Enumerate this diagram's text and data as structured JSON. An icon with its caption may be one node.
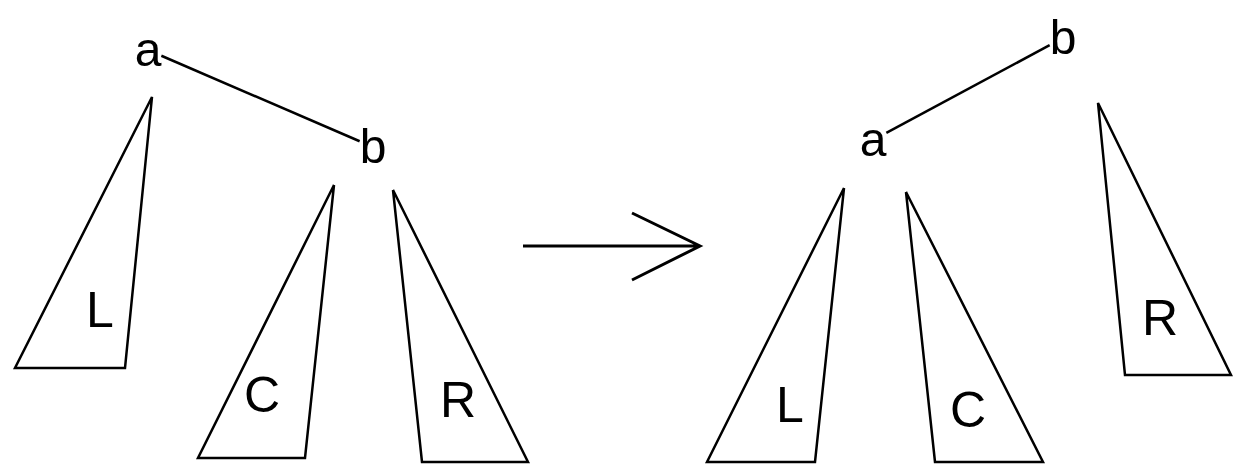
{
  "diagram": {
    "nodes": [
      {
        "text": [
          "a"
        ]
      },
      {
        "text": [
          "b"
        ]
      },
      {
        "text": [
          "L"
        ]
      },
      {
        "text": [
          "C"
        ]
      },
      {
        "text": [
          "R"
        ]
      },
      {
        "text": [
          "b"
        ]
      },
      {
        "text": [
          "a"
        ]
      },
      {
        "text": [
          "L"
        ]
      },
      {
        "text": [
          "C"
        ]
      },
      {
        "text": [
          "R"
        ]
      }
    ],
    "edges": [
      {
        "from": 0,
        "to": 1,
        "arrow": "none"
      },
      {
        "from": 5,
        "to": 6,
        "arrow": "none"
      }
    ]
  }
}
